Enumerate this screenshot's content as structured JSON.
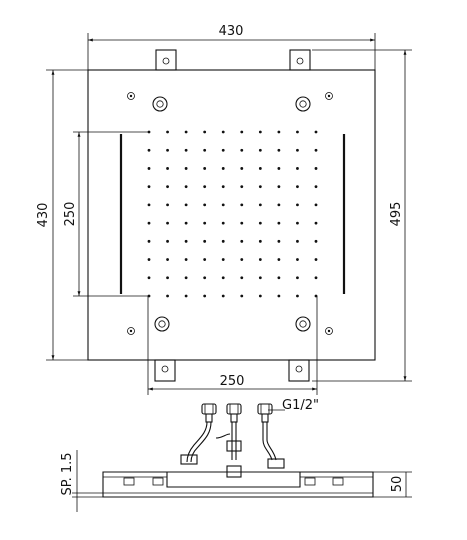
{
  "dimensions": {
    "top_width": "430",
    "left_height": "430",
    "right_height": "495",
    "inner_height": "250",
    "inner_width": "250",
    "thread": "G1/2\"",
    "side_height": "50",
    "plate_thickness": "SP. 1.5"
  },
  "nozzle_grid": {
    "rows": 10,
    "cols": 10
  }
}
